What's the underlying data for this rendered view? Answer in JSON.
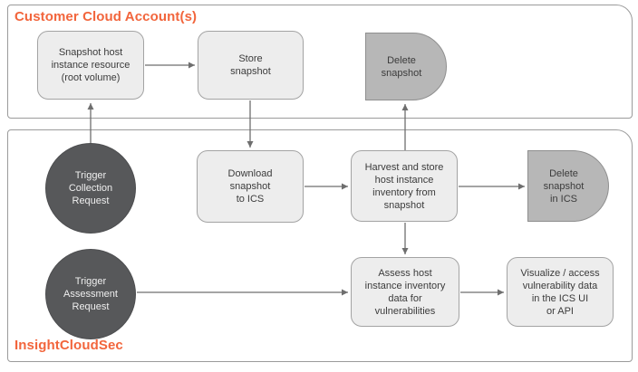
{
  "diagram": {
    "type": "flowchart",
    "containers": {
      "customer_cloud": {
        "label": "Customer Cloud Account(s)"
      },
      "insightcloudsec": {
        "label": "InsightCloudSec"
      }
    },
    "nodes": {
      "snapshot_host": {
        "label": "Snapshot host\ninstance resource\n(root volume)",
        "shape": "rounded-box",
        "container": "customer_cloud"
      },
      "store_snapshot": {
        "label": "Store\nsnapshot",
        "shape": "rounded-box",
        "container": "customer_cloud"
      },
      "delete_snapshot": {
        "label": "Delete\nsnapshot",
        "shape": "delay",
        "container": "customer_cloud"
      },
      "trigger_collection": {
        "label": "Trigger\nCollection\nRequest",
        "shape": "circle",
        "container": "insightcloudsec"
      },
      "download_snapshot": {
        "label": "Download\nsnapshot\nto ICS",
        "shape": "rounded-box",
        "container": "insightcloudsec"
      },
      "harvest_inventory": {
        "label": "Harvest and store\nhost instance\ninventory from\nsnapshot",
        "shape": "rounded-box",
        "container": "insightcloudsec"
      },
      "delete_snapshot_ics": {
        "label": "Delete\nsnapshot\nin ICS",
        "shape": "delay",
        "container": "insightcloudsec"
      },
      "trigger_assessment": {
        "label": "Trigger\nAssessment\nRequest",
        "shape": "circle",
        "container": "insightcloudsec"
      },
      "assess_inventory": {
        "label": "Assess host\ninstance inventory\ndata for\nvulnerabilities",
        "shape": "rounded-box",
        "container": "insightcloudsec"
      },
      "visualize_data": {
        "label": "Visualize / access\nvulnerability data\nin the ICS UI\nor API",
        "shape": "rounded-box",
        "container": "insightcloudsec"
      }
    },
    "edges": [
      {
        "from": "snapshot_host",
        "to": "store_snapshot"
      },
      {
        "from": "store_snapshot",
        "to": "download_snapshot"
      },
      {
        "from": "trigger_collection",
        "to": "snapshot_host"
      },
      {
        "from": "download_snapshot",
        "to": "harvest_inventory"
      },
      {
        "from": "harvest_inventory",
        "to": "delete_snapshot"
      },
      {
        "from": "harvest_inventory",
        "to": "delete_snapshot_ics"
      },
      {
        "from": "harvest_inventory",
        "to": "assess_inventory"
      },
      {
        "from": "trigger_assessment",
        "to": "assess_inventory"
      },
      {
        "from": "assess_inventory",
        "to": "visualize_data"
      }
    ],
    "colors": {
      "title_orange": "#f2653c",
      "box_fill": "#ededed",
      "box_border": "#a3a3a3",
      "delay_fill": "#b7b7b7",
      "circle_fill": "#57585a",
      "circle_text": "#efefef",
      "arrow": "#6e6e6e",
      "container_border": "#9b9b9b"
    }
  }
}
